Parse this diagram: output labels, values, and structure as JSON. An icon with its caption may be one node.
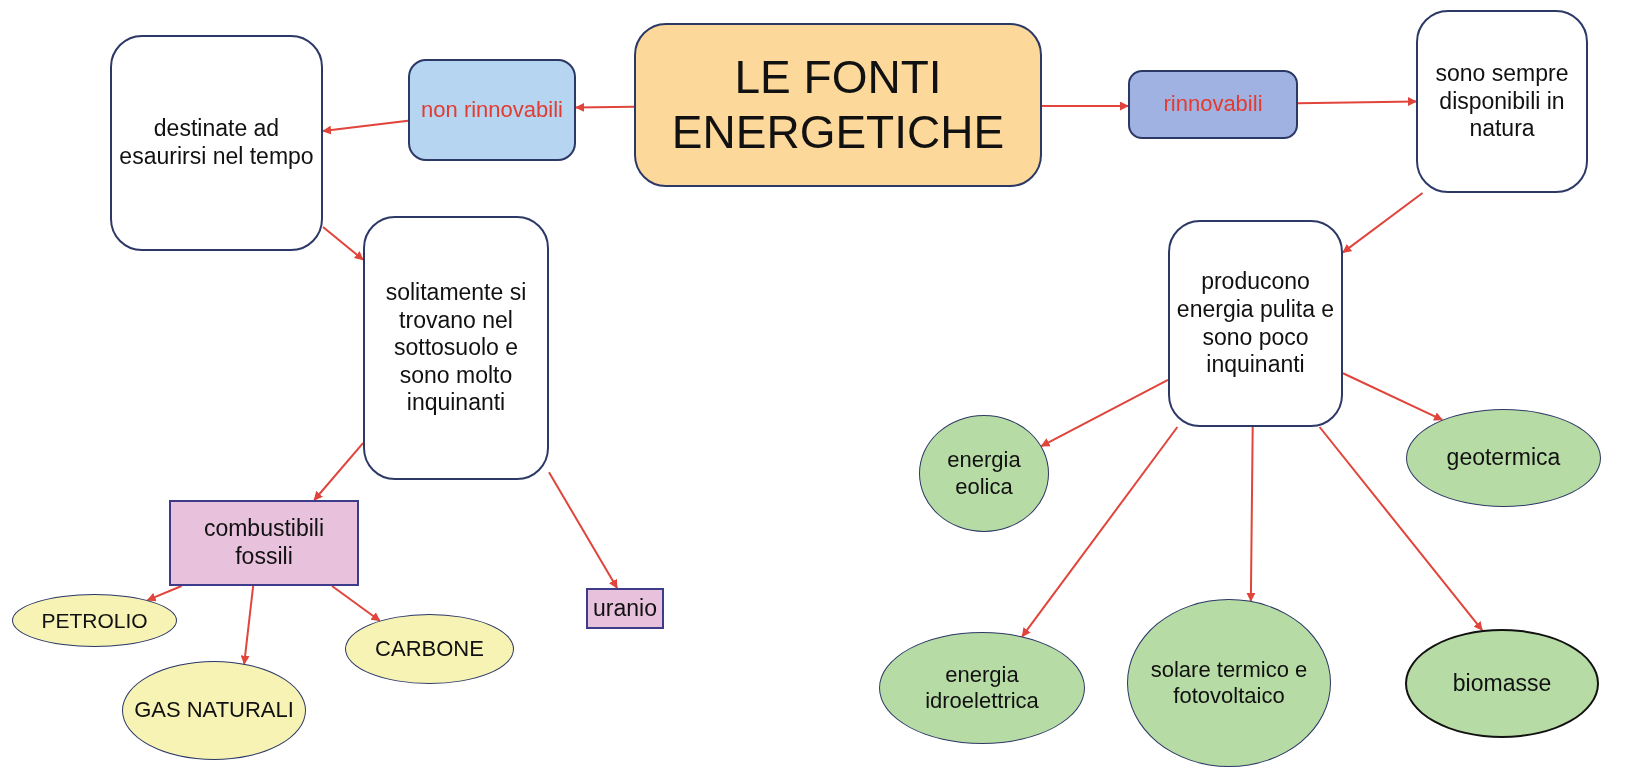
{
  "diagram": {
    "nodes": [
      {
        "text": [
          "LE FONTI ENERGETICHE"
        ]
      },
      {
        "text": [
          "non rinnovabili"
        ]
      },
      {
        "text": [
          "destinate ad esaurirsi nel tempo"
        ]
      },
      {
        "text": [
          "rinnovabili"
        ]
      },
      {
        "text": [
          "sono sempre disponibili in natura"
        ]
      },
      {
        "text": [
          "solitamente si trovano nel sottosuolo e sono molto inquinanti"
        ]
      },
      {
        "text": [
          "producono energia pulita e sono poco inquinanti"
        ]
      },
      {
        "text": [
          "combustibili fossili"
        ]
      },
      {
        "text": [
          "uranio"
        ]
      },
      {
        "text": [
          "PETROLIO"
        ]
      },
      {
        "text": [
          "GAS NATURALI"
        ]
      },
      {
        "text": [
          "CARBONE"
        ]
      },
      {
        "text": [
          "energia eolica"
        ]
      },
      {
        "text": [
          "geotermica"
        ]
      },
      {
        "text": [
          "energia idroelettrica"
        ]
      },
      {
        "text": [
          "solare termico e fotovoltaico"
        ]
      },
      {
        "text": [
          "biomasse"
        ]
      }
    ],
    "edges": [
      {
        "from": 0,
        "to": 1,
        "arrow": "to"
      },
      {
        "from": 1,
        "to": 2,
        "arrow": "to"
      },
      {
        "from": 2,
        "to": 5,
        "arrow": "to"
      },
      {
        "from": 5,
        "to": 7,
        "arrow": "to"
      },
      {
        "from": 5,
        "to": 8,
        "arrow": "to"
      },
      {
        "from": 7,
        "to": 9,
        "arrow": "to"
      },
      {
        "from": 7,
        "to": 10,
        "arrow": "to"
      },
      {
        "from": 7,
        "to": 11,
        "arrow": "to"
      },
      {
        "from": 0,
        "to": 3,
        "arrow": "to"
      },
      {
        "from": 3,
        "to": 4,
        "arrow": "to"
      },
      {
        "from": 4,
        "to": 6,
        "arrow": "to"
      },
      {
        "from": 6,
        "to": 12,
        "arrow": "to"
      },
      {
        "from": 6,
        "to": 13,
        "arrow": "to"
      },
      {
        "from": 6,
        "to": 14,
        "arrow": "to"
      },
      {
        "from": 6,
        "to": 15,
        "arrow": "to"
      },
      {
        "from": 6,
        "to": 16,
        "arrow": "to"
      }
    ]
  }
}
